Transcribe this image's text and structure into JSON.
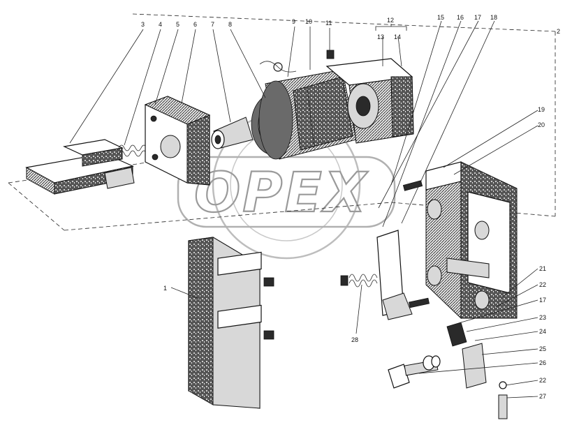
{
  "watermark": {
    "text": "OPEX"
  },
  "callouts": [
    {
      "id": "1",
      "label": "1"
    },
    {
      "id": "2",
      "label": "2"
    },
    {
      "id": "3",
      "label": "3"
    },
    {
      "id": "4",
      "label": "4"
    },
    {
      "id": "5",
      "label": "5"
    },
    {
      "id": "6",
      "label": "6"
    },
    {
      "id": "7",
      "label": "7"
    },
    {
      "id": "8",
      "label": "8"
    },
    {
      "id": "9",
      "label": "9"
    },
    {
      "id": "10",
      "label": "10"
    },
    {
      "id": "11",
      "label": "11"
    },
    {
      "id": "12",
      "label": "12"
    },
    {
      "id": "13",
      "label": "13"
    },
    {
      "id": "14",
      "label": "14"
    },
    {
      "id": "15",
      "label": "15"
    },
    {
      "id": "16",
      "label": "16"
    },
    {
      "id": "17a",
      "label": "17"
    },
    {
      "id": "18",
      "label": "18"
    },
    {
      "id": "19",
      "label": "19"
    },
    {
      "id": "20",
      "label": "20"
    },
    {
      "id": "21",
      "label": "21"
    },
    {
      "id": "22a",
      "label": "22"
    },
    {
      "id": "17b",
      "label": "17"
    },
    {
      "id": "23",
      "label": "23"
    },
    {
      "id": "24",
      "label": "24"
    },
    {
      "id": "25",
      "label": "25"
    },
    {
      "id": "26",
      "label": "26"
    },
    {
      "id": "22b",
      "label": "22"
    },
    {
      "id": "27",
      "label": "27"
    },
    {
      "id": "28",
      "label": "28"
    }
  ]
}
